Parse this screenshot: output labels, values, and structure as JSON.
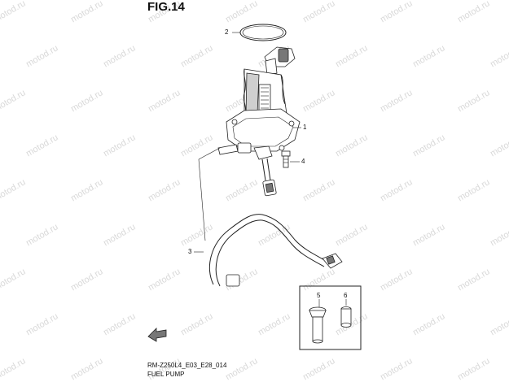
{
  "figure": {
    "title": "FIG.14",
    "code": "RM-Z250L4_E03_E28_014",
    "name": "FUEL PUMP"
  },
  "callouts": {
    "c1": "1",
    "c2": "2",
    "c3": "3",
    "c4": "4",
    "c5": "5",
    "c6": "6"
  },
  "watermark": "motod.ru",
  "colors": {
    "line": "#222222",
    "watermark": "#d9d9d9"
  }
}
